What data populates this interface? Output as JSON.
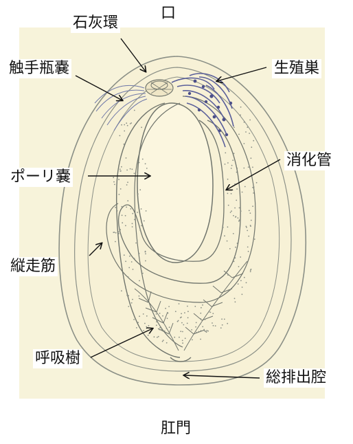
{
  "diagram": {
    "labels": {
      "mouth": "口",
      "calcareous_ring": "石灰環",
      "tentacle_ampullae": "触手瓶嚢",
      "gonad": "生殖巣",
      "digestive_tract": "消化管",
      "polian_vesicle": "ポーリ嚢",
      "longitudinal_muscle": "縦走筋",
      "respiratory_tree": "呼吸樹",
      "cloaca": "総排出腔",
      "anus": "肛門"
    },
    "colors": {
      "background_panel": "#f4efcf",
      "body_fill": "#f7f1d6",
      "outline": "#8a8f86",
      "organ_line": "#6f746c",
      "gonad": "#5a5f9a",
      "stipple": "#8a8f86",
      "arrow": "#111111"
    }
  }
}
